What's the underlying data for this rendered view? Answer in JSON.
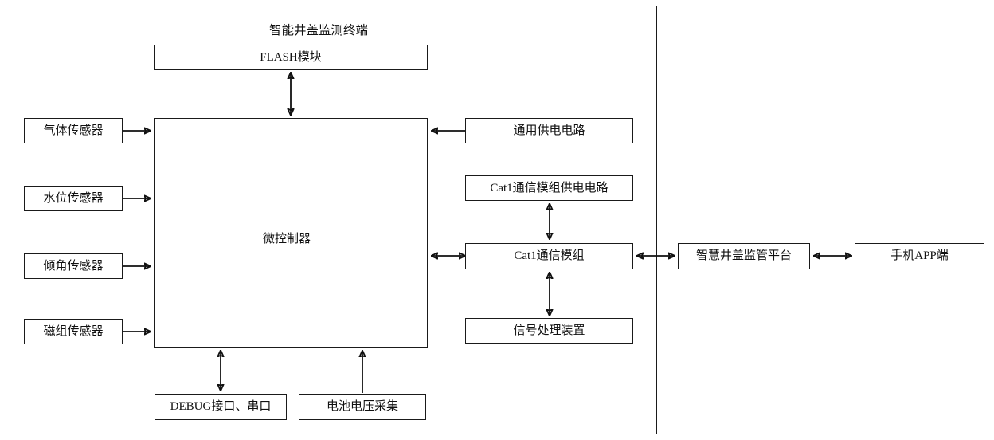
{
  "diagram": {
    "title": "智能井盖监测终端",
    "terminal_container_label": "智能井盖监测终端",
    "nodes": {
      "flash": "FLASH模块",
      "mcu": "微控制器",
      "gas_sensor": "气体传感器",
      "water_level_sensor": "水位传感器",
      "tilt_sensor": "倾角传感器",
      "magnetic_sensor": "磁组传感器",
      "general_power_circuit": "通用供电电路",
      "cat1_power_circuit": "Cat1通信模组供电电路",
      "cat1_module": "Cat1通信模组",
      "signal_processing": "信号处理装置",
      "debug_port": "DEBUG接口、串口",
      "battery_voltage": "电池电压采集",
      "cloud_platform": "智慧井盖监管平台",
      "mobile_app": "手机APP端"
    },
    "colors": {
      "stroke": "#111111",
      "background": "#ffffff"
    }
  }
}
